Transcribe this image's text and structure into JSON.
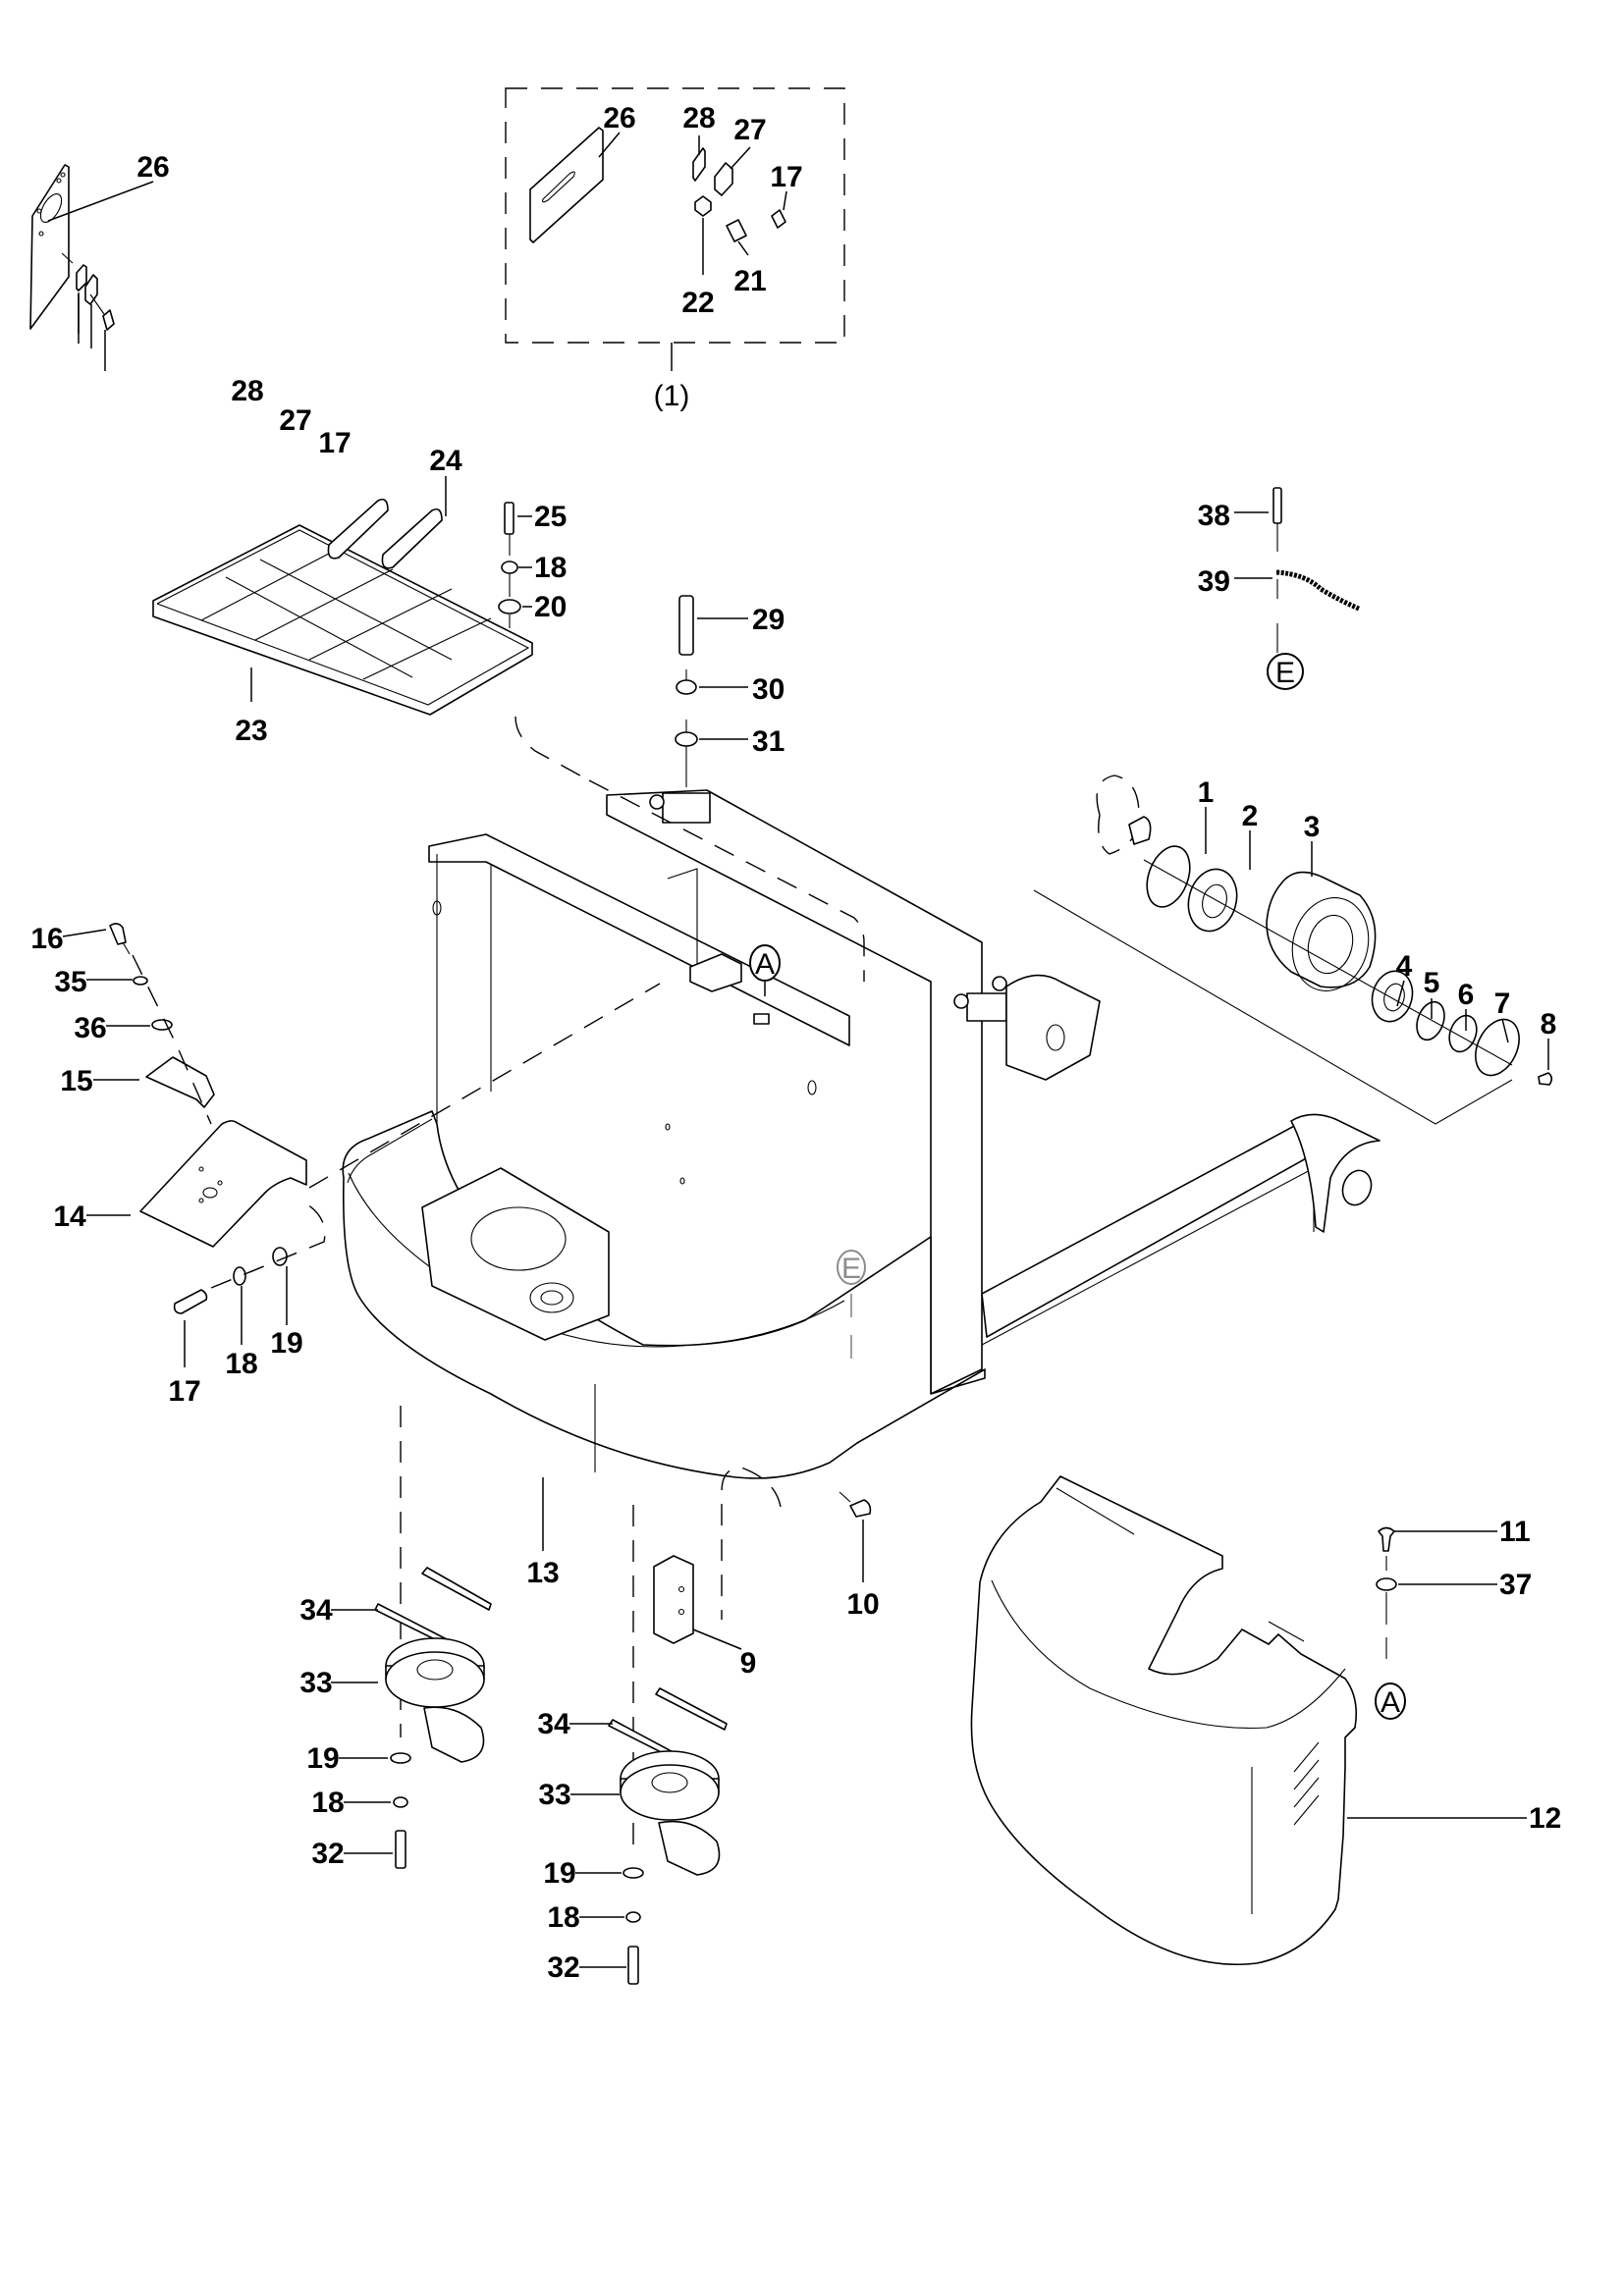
{
  "diagram": {
    "type": "exploded-parts-diagram",
    "subject": "pallet truck chassis frame, drive wheel, casters and cover",
    "inset_assembly": {
      "label": "(1)",
      "parts": [
        "26",
        "28",
        "27",
        "17",
        "22",
        "21"
      ]
    },
    "callouts": [
      {
        "id": "c-26a",
        "label": "26",
        "part": "mounting plate (left assembly)"
      },
      {
        "id": "c-28a",
        "label": "28",
        "part": "shim plate"
      },
      {
        "id": "c-27a",
        "label": "27",
        "part": "block"
      },
      {
        "id": "c-17a",
        "label": "17",
        "part": "screw"
      },
      {
        "id": "c-26b",
        "label": "26",
        "part": "slotted plate (inset)"
      },
      {
        "id": "c-28b",
        "label": "28",
        "part": "shim plate (inset)"
      },
      {
        "id": "c-27b",
        "label": "27",
        "part": "block (inset)"
      },
      {
        "id": "c-17b",
        "label": "17",
        "part": "screw (inset)"
      },
      {
        "id": "c-22",
        "label": "22",
        "part": "nut"
      },
      {
        "id": "c-21",
        "label": "21",
        "part": "bolt"
      },
      {
        "id": "c-24",
        "label": "24",
        "part": "rollers"
      },
      {
        "id": "c-25",
        "label": "25",
        "part": "screw"
      },
      {
        "id": "c-18a",
        "label": "18",
        "part": "spring washer"
      },
      {
        "id": "c-20",
        "label": "20",
        "part": "washer"
      },
      {
        "id": "c-23",
        "label": "23",
        "part": "battery tray"
      },
      {
        "id": "c-29",
        "label": "29",
        "part": "pin"
      },
      {
        "id": "c-30",
        "label": "30",
        "part": "bushing"
      },
      {
        "id": "c-31",
        "label": "31",
        "part": "washer"
      },
      {
        "id": "c-38",
        "label": "38",
        "part": "screw"
      },
      {
        "id": "c-39",
        "label": "39",
        "part": "earth strap"
      },
      {
        "id": "c-1",
        "label": "1",
        "part": "seal ring"
      },
      {
        "id": "c-2",
        "label": "2",
        "part": "bearing"
      },
      {
        "id": "c-3",
        "label": "3",
        "part": "drive wheel"
      },
      {
        "id": "c-4",
        "label": "4",
        "part": "bearing"
      },
      {
        "id": "c-5",
        "label": "5",
        "part": "tab washer"
      },
      {
        "id": "c-6",
        "label": "6",
        "part": "lock nut"
      },
      {
        "id": "c-7",
        "label": "7",
        "part": "hub cap"
      },
      {
        "id": "c-8",
        "label": "8",
        "part": "screw"
      },
      {
        "id": "c-16",
        "label": "16",
        "part": "screw"
      },
      {
        "id": "c-35",
        "label": "35",
        "part": "spring washer"
      },
      {
        "id": "c-36",
        "label": "36",
        "part": "washer"
      },
      {
        "id": "c-15",
        "label": "15",
        "part": "bracket"
      },
      {
        "id": "c-14",
        "label": "14",
        "part": "foot plate"
      },
      {
        "id": "c-17c",
        "label": "17",
        "part": "screw"
      },
      {
        "id": "c-18b",
        "label": "18",
        "part": "spring washer"
      },
      {
        "id": "c-19a",
        "label": "19",
        "part": "washer"
      },
      {
        "id": "c-13",
        "label": "13",
        "part": "chassis frame"
      },
      {
        "id": "c-10",
        "label": "10",
        "part": "screw"
      },
      {
        "id": "c-9",
        "label": "9",
        "part": "buffer block"
      },
      {
        "id": "c-34a",
        "label": "34",
        "part": "shim"
      },
      {
        "id": "c-33a",
        "label": "33",
        "part": "caster"
      },
      {
        "id": "c-19b",
        "label": "19",
        "part": "washer"
      },
      {
        "id": "c-18c",
        "label": "18",
        "part": "spring washer"
      },
      {
        "id": "c-32a",
        "label": "32",
        "part": "bolt"
      },
      {
        "id": "c-34b",
        "label": "34",
        "part": "shim"
      },
      {
        "id": "c-33b",
        "label": "33",
        "part": "caster"
      },
      {
        "id": "c-19c",
        "label": "19",
        "part": "washer"
      },
      {
        "id": "c-18d",
        "label": "18",
        "part": "spring washer"
      },
      {
        "id": "c-32b",
        "label": "32",
        "part": "bolt"
      },
      {
        "id": "c-11",
        "label": "11",
        "part": "screw"
      },
      {
        "id": "c-37",
        "label": "37",
        "part": "washer"
      },
      {
        "id": "c-12",
        "label": "12",
        "part": "cover"
      }
    ],
    "reference_markers": [
      {
        "id": "ref-a-frame",
        "letter": "A",
        "style": "black"
      },
      {
        "id": "ref-a-cover",
        "letter": "A",
        "style": "black"
      },
      {
        "id": "ref-e-strap",
        "letter": "E",
        "style": "black"
      },
      {
        "id": "ref-e-frame",
        "letter": "E",
        "style": "grey"
      }
    ],
    "colors": {
      "line": "#000000",
      "background": "#ffffff",
      "hidden_reference": "#8c8c8c"
    }
  }
}
